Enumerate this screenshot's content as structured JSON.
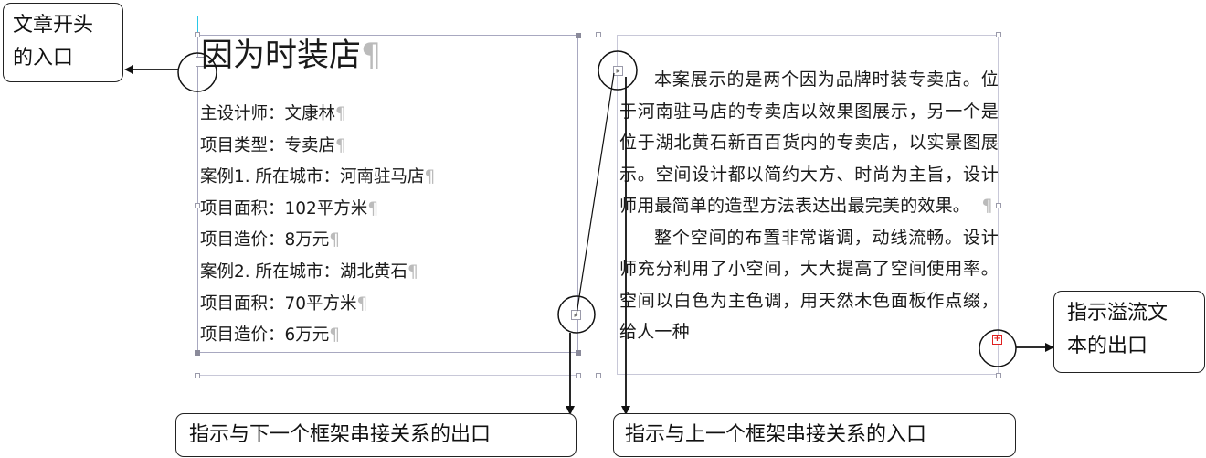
{
  "callouts": {
    "start": [
      "文章开头",
      "的入口"
    ],
    "overflow": [
      "指示溢流文",
      "本的出口"
    ],
    "next_frame": "指示与下一个框架串接关系的出口",
    "prev_frame": "指示与上一个框架串接关系的入口"
  },
  "left_frame": {
    "title": "因为时装店",
    "pilcrow": "¶",
    "lines": [
      "主设计师：文康林",
      "项目类型：专卖店",
      "案例1. 所在城市：河南驻马店",
      "项目面积：102平方米",
      "项目造价：8万元",
      "案例2. 所在城市：湖北黄石",
      "项目面积：70平方米",
      "项目造价：6万元"
    ]
  },
  "right_frame": {
    "paragraph1": "本案展示的是两个因为品牌时装专卖店。位于河南驻马店的专卖店以效果图展示，另一个是位于湖北黄石新百百货内的专卖店，以实景图展示。空间设计都以简约大方、时尚为主旨，设计师用最简单的造型方法表达出最完美的效果。",
    "paragraph1_end": "¶",
    "paragraph2": "整个空间的布置非常谐调，动线流畅。设计师充分利用了小空间，大大提高了空间使用率。空间以白色为主色调，用天然木色面板作点缀，给人一种"
  },
  "ports": {
    "in_marker": "▸",
    "overflow_marker": "+"
  }
}
